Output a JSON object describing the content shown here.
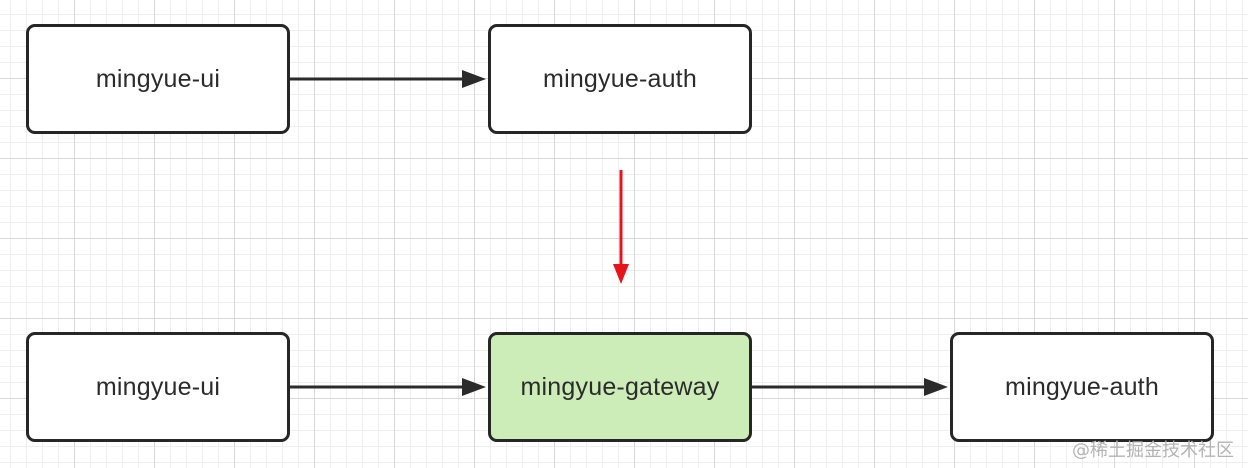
{
  "diagram": {
    "top_row": {
      "source": "mingyue-ui",
      "target": "mingyue-auth"
    },
    "bottom_row": {
      "source": "mingyue-ui",
      "middle": "mingyue-gateway",
      "target": "mingyue-auth"
    }
  },
  "colors": {
    "node_border": "#262626",
    "node_fill": "#ffffff",
    "gateway_fill": "#cdedb8",
    "edge": "#2b2b2b",
    "transition_arrow": "#e8141c"
  },
  "watermark": "@稀土掘金技术社区"
}
